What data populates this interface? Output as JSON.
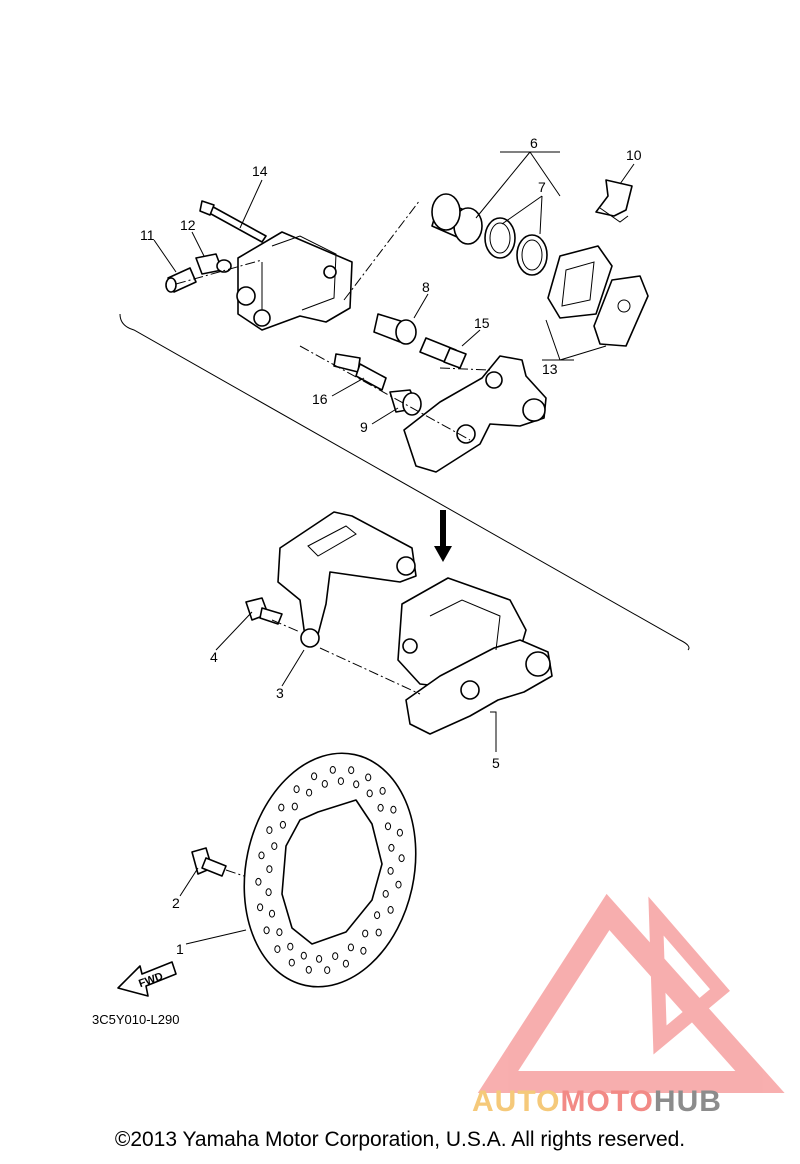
{
  "diagram": {
    "callouts": [
      "1",
      "2",
      "3",
      "4",
      "5",
      "6",
      "7",
      "8",
      "9",
      "10",
      "11",
      "12",
      "13",
      "14",
      "15",
      "16"
    ],
    "fwd_label": "FWD",
    "reference_code": "3C5Y010-L290",
    "copyright": "©2013 Yamaha Motor Corporation, U.S.A. All rights reserved."
  },
  "watermark": {
    "brand_parts": [
      "AUTO",
      "MOTO",
      "HUB"
    ],
    "colors": {
      "auto": "#f5c97a",
      "moto": "#f28a86",
      "hub": "#8c8c8c",
      "logo": "#f26d6d"
    }
  }
}
